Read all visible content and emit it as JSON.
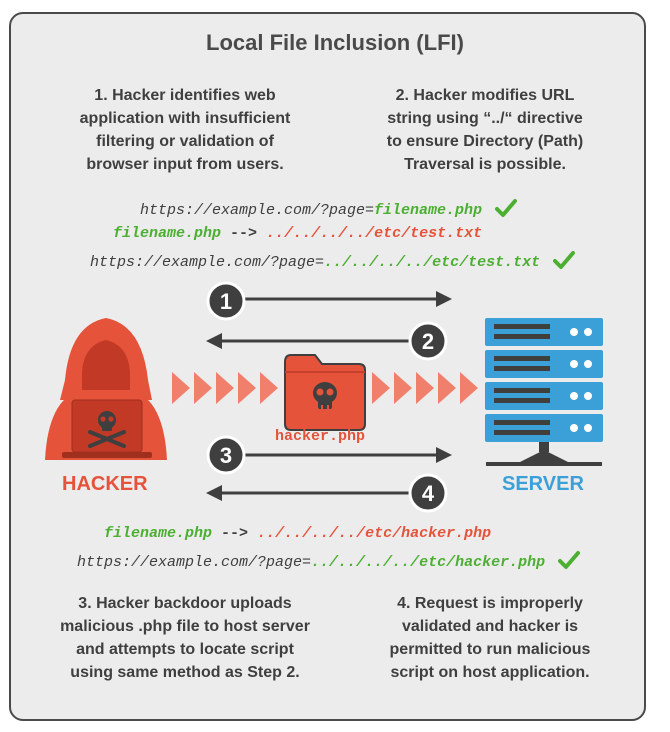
{
  "title": "Local File Inclusion (LFI)",
  "step1": [
    "1. Hacker identifies web",
    "application with insufficient",
    "filtering or validation of",
    "browser input from users."
  ],
  "step2": [
    "2. Hacker modifies URL",
    "string using “../“ directive",
    "to ensure Directory (Path)",
    "Traversal is possible."
  ],
  "step3": [
    "3. Hacker backdoor uploads",
    "malicious .php file to host server",
    "and attempts to locate script",
    "using same method as Step 2."
  ],
  "step4": [
    "4. Request is improperly",
    "validated and hacker is",
    "permitted to run malicious",
    "script on host application."
  ],
  "url1": {
    "base": "https://example.com/?page=",
    "param": "filename.php"
  },
  "map1": {
    "from": "filename.php",
    "arrow": "-->",
    "to": "../../../../etc/test.txt"
  },
  "url2": {
    "base": "https://example.com/?page=",
    "param": "../../../../etc/test.txt"
  },
  "map2": {
    "from": "filename.php",
    "arrow": "-->",
    "to": "../../../../etc/hacker.php"
  },
  "url3": {
    "base": "https://example.com/?page=",
    "param": "../../../../etc/hacker.php"
  },
  "arrows": [
    "1",
    "2",
    "3",
    "4"
  ],
  "hacker_label": "HACKER",
  "server_label": "SERVER",
  "file_label": "hacker.php",
  "colors": {
    "red": "#e5533b",
    "green": "#4caf32",
    "blue": "#3b9fd8",
    "dark": "#3f3f3f"
  }
}
